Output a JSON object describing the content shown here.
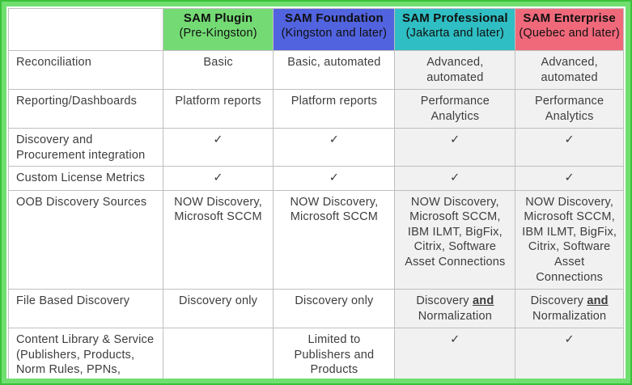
{
  "table": {
    "frame_border_color": "#3ac23a",
    "frame_fill_color": "#6fe06f",
    "grid_line_color": "#bfbfbf",
    "shaded_column_color": "#f1f1f1",
    "checkmark": "✓",
    "columns": [
      {
        "title": "SAM Plugin",
        "subtitle": "(Pre-Kingston)",
        "header_bg": "#74db74"
      },
      {
        "title": "SAM Foundation",
        "subtitle": "(Kingston and later)",
        "header_bg": "#5163df"
      },
      {
        "title": "SAM Professional",
        "subtitle": "(Jakarta and later)",
        "header_bg": "#2fbec3"
      },
      {
        "title": "SAM Enterprise",
        "subtitle": "(Quebec and later)",
        "header_bg": "#f0697b"
      }
    ],
    "rows": [
      {
        "label": "Reconciliation",
        "cells": [
          "Basic",
          "Basic, automated",
          "Advanced, automated",
          "Advanced, automated"
        ]
      },
      {
        "label": "Reporting/Dashboards",
        "cells": [
          "Platform reports",
          "Platform reports",
          "Performance Analytics",
          "Performance Analytics"
        ]
      },
      {
        "label": "Discovery and Procurement integration",
        "cells": [
          "✓",
          "✓",
          "✓",
          "✓"
        ]
      },
      {
        "label": "Custom License Metrics",
        "cells": [
          "✓",
          "✓",
          "✓",
          "✓"
        ]
      },
      {
        "label": "OOB Discovery Sources",
        "cells": [
          "NOW Discovery, Microsoft SCCM",
          "NOW Discovery, Microsoft SCCM",
          "NOW Discovery, Microsoft SCCM, IBM ILMT, BigFix, Citrix, Software Asset Connections",
          "NOW Discovery, Microsoft SCCM, IBM ILMT, BigFix, Citrix, Software Asset Connections"
        ]
      },
      {
        "label": "File Based Discovery",
        "cells": [
          "Discovery only",
          "Discovery only",
          {
            "parts": [
              {
                "t": "Discovery "
              },
              {
                "t": "and",
                "bold": true,
                "underline": true
              },
              {
                "t": " Normalization"
              }
            ]
          },
          {
            "parts": [
              {
                "t": "Discovery "
              },
              {
                "t": "and",
                "bold": true,
                "underline": true
              },
              {
                "t": " Normalization"
              }
            ]
          }
        ]
      },
      {
        "label": "Content Library & Service (Publishers, Products, Norm Rules, PPNs, Lifecycles and more!)",
        "cells": [
          "",
          "Limited to Publishers and Products",
          "✓",
          "✓"
        ]
      }
    ]
  },
  "chart_data": {
    "type": "table",
    "title": "",
    "column_headers": [
      "",
      "SAM Plugin (Pre-Kingston)",
      "SAM Foundation (Kingston and later)",
      "SAM Professional (Jakarta and later)",
      "SAM Enterprise (Quebec and later)"
    ],
    "rows": [
      [
        "Reconciliation",
        "Basic",
        "Basic, automated",
        "Advanced, automated",
        "Advanced, automated"
      ],
      [
        "Reporting/Dashboards",
        "Platform reports",
        "Platform reports",
        "Performance Analytics",
        "Performance Analytics"
      ],
      [
        "Discovery and Procurement integration",
        "✓",
        "✓",
        "✓",
        "✓"
      ],
      [
        "Custom License Metrics",
        "✓",
        "✓",
        "✓",
        "✓"
      ],
      [
        "OOB Discovery Sources",
        "NOW Discovery, Microsoft SCCM",
        "NOW Discovery, Microsoft SCCM",
        "NOW Discovery, Microsoft SCCM, IBM ILMT, BigFix, Citrix, Software Asset Connections",
        "NOW Discovery, Microsoft SCCM, IBM ILMT, BigFix, Citrix, Software Asset Connections"
      ],
      [
        "File Based Discovery",
        "Discovery only",
        "Discovery only",
        "Discovery and Normalization",
        "Discovery and Normalization"
      ],
      [
        "Content Library & Service (Publishers, Products, Norm Rules, PPNs, Lifecycles and more!)",
        "",
        "Limited to Publishers and Products",
        "✓",
        "✓"
      ]
    ],
    "header_colors": [
      "#ffffff",
      "#74db74",
      "#5163df",
      "#2fbec3",
      "#f0697b"
    ],
    "shaded_columns": [
      "SAM Professional",
      "SAM Enterprise"
    ]
  }
}
